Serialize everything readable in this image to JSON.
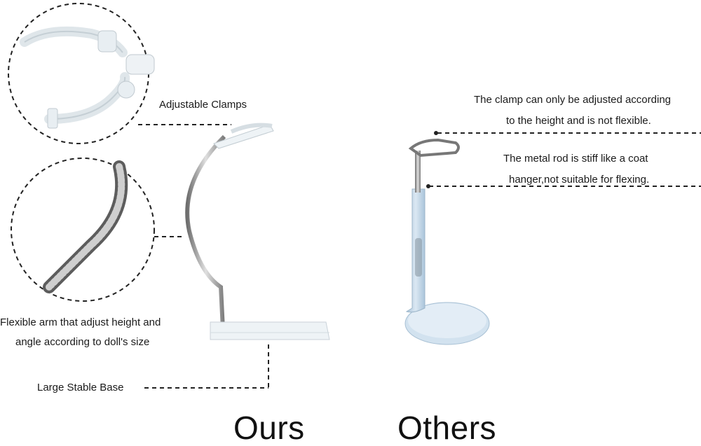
{
  "ours": {
    "adjustable_clamps_label": "Adjustable Clamps",
    "flexible_arm_line1": "Flexible arm that adjust height and",
    "flexible_arm_line2": "angle according to doll's size",
    "base_label": "Large Stable Base",
    "title": "Ours"
  },
  "others": {
    "clamp_line1": "The clamp can only be adjusted according",
    "clamp_line2": "to the height and is not flexible.",
    "rod_line1": "The metal rod is stiff like a coat",
    "rod_line2": "hanger,not suitable for flexing.",
    "title": "Others"
  },
  "colors": {
    "dashed_line": "#222222",
    "clear_plastic": "#e8eef2",
    "metal": "#9a9a9a",
    "blue_stand": "#c9dcec"
  }
}
